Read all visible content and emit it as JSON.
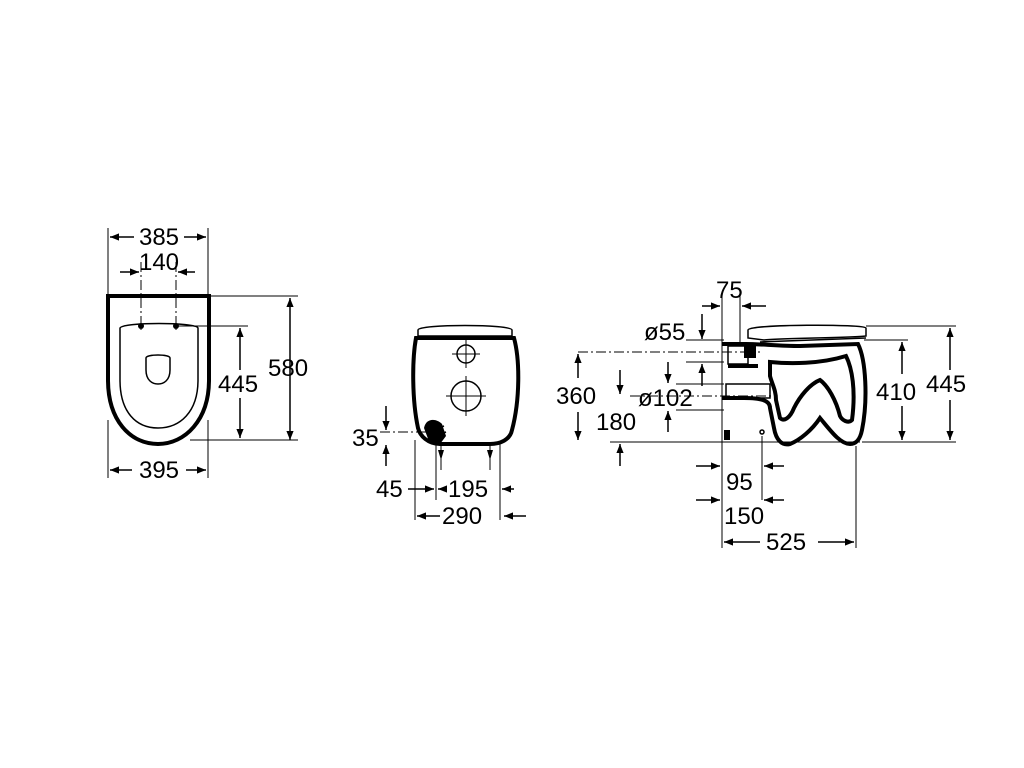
{
  "top_view": {
    "width_top": "385",
    "hole_spacing": "140",
    "depth_total": "580",
    "depth_holes": "445",
    "width_bottom": "395"
  },
  "rear_view": {
    "height_outlet": "35",
    "offset_left": "45",
    "spacing": "195",
    "width": "290"
  },
  "side_view": {
    "top_offset": "75",
    "inlet_diameter": "ø55",
    "outlet_diameter": "ø102",
    "inlet_height": "360",
    "outlet_height": "180",
    "height_rim": "410",
    "height_total": "445",
    "depth_95": "95",
    "depth_150": "150",
    "length": "525"
  }
}
